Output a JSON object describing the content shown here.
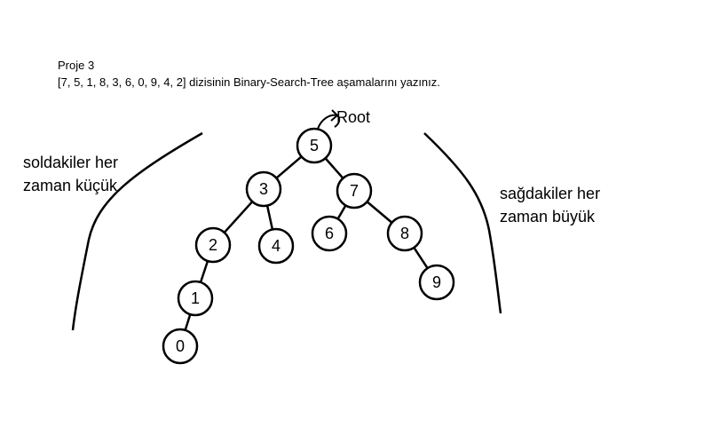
{
  "header": {
    "title": "Proje 3",
    "task": "[7, 5, 1, 8, 3, 6, 0, 9, 4, 2] dizisinin Binary-Search-Tree aşamalarını yazınız."
  },
  "annotations": {
    "root_label": "Root",
    "left_note": [
      "soldakiler her",
      "zaman küçük"
    ],
    "right_note": [
      "sağdakiler her",
      "zaman büyük"
    ]
  },
  "tree": {
    "nodes": [
      "5",
      "3",
      "7",
      "2",
      "4",
      "6",
      "8",
      "1",
      "9",
      "0"
    ],
    "edges": [
      [
        "5",
        "3"
      ],
      [
        "5",
        "7"
      ],
      [
        "3",
        "2"
      ],
      [
        "3",
        "4"
      ],
      [
        "7",
        "6"
      ],
      [
        "7",
        "8"
      ],
      [
        "2",
        "1"
      ],
      [
        "8",
        "9"
      ],
      [
        "1",
        "0"
      ]
    ]
  }
}
